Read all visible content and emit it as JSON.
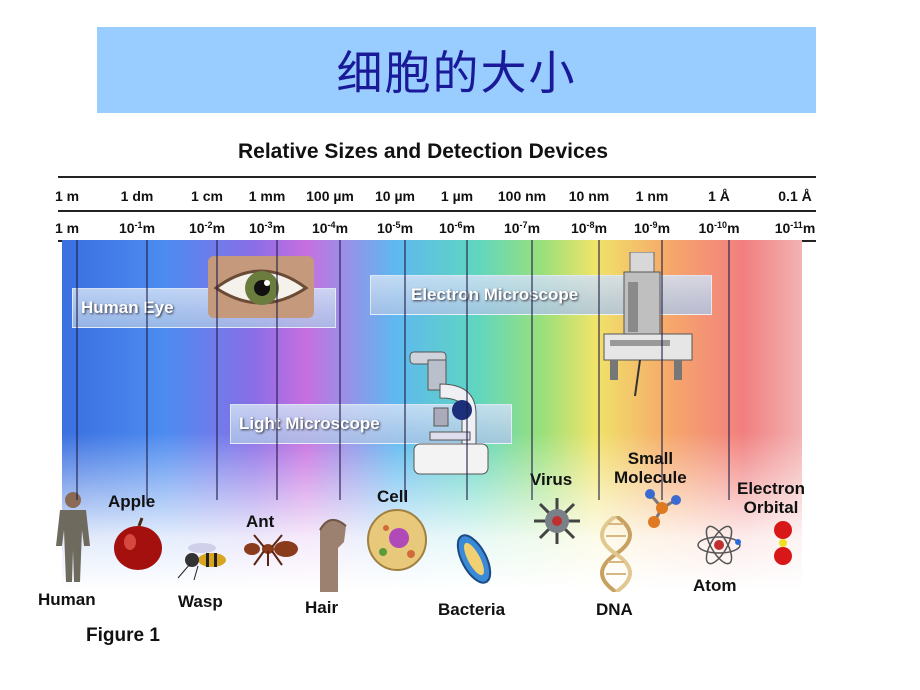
{
  "title": "细胞的大小",
  "subtitle": "Relative Sizes and Detection Devices",
  "scale_units": [
    "1 m",
    "1 dm",
    "1 cm",
    "1 mm",
    "100 µm",
    "10 µm",
    "1 µm",
    "100 nm",
    "10 nm",
    "1 nm",
    "1 Å",
    "0.1 Å"
  ],
  "scale_powers": [
    {
      "base": "1 m",
      "exp": "",
      "unit": ""
    },
    {
      "base": "10",
      "exp": "-1",
      "unit": "m"
    },
    {
      "base": "10",
      "exp": "-2",
      "unit": "m"
    },
    {
      "base": "10",
      "exp": "-3",
      "unit": "m"
    },
    {
      "base": "10",
      "exp": "-4",
      "unit": "m"
    },
    {
      "base": "10",
      "exp": "-5",
      "unit": "m"
    },
    {
      "base": "10",
      "exp": "-6",
      "unit": "m"
    },
    {
      "base": "10",
      "exp": "-7",
      "unit": "m"
    },
    {
      "base": "10",
      "exp": "-8",
      "unit": "m"
    },
    {
      "base": "10",
      "exp": "-9",
      "unit": "m"
    },
    {
      "base": "10",
      "exp": "-10",
      "unit": "m"
    },
    {
      "base": "10",
      "exp": "-11",
      "unit": "m"
    }
  ],
  "devices": {
    "human_eye": "Human Eye",
    "light_microscope": "Light Microscope",
    "electron_microscope": "Electron Microscope"
  },
  "objects": {
    "human": "Human",
    "apple": "Apple",
    "wasp": "Wasp",
    "ant": "Ant",
    "hair": "Hair",
    "cell": "Cell",
    "bacteria": "Bacteria",
    "virus": "Virus",
    "dna": "DNA",
    "small_molecule": "Small\nMolecule",
    "atom": "Atom",
    "electron_orbital": "Electron\nOrbital"
  },
  "figure_label": "Figure 1",
  "colors": {
    "title_band": "#99ccff",
    "title_text": "#1a1a99"
  }
}
